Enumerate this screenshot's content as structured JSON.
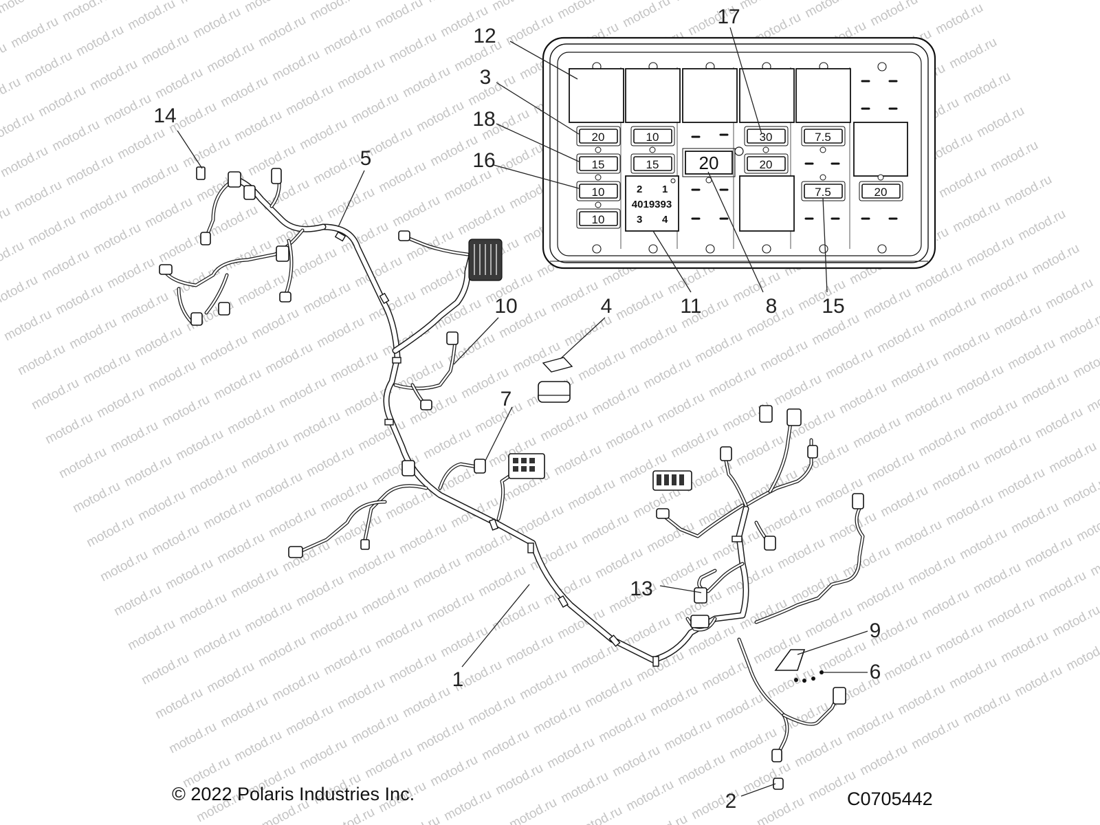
{
  "watermark": "motod.ru",
  "callouts": [
    "1",
    "2",
    "3",
    "4",
    "5",
    "6",
    "7",
    "8",
    "9",
    "10",
    "11",
    "12",
    "13",
    "14",
    "15",
    "16",
    "17",
    "18"
  ],
  "fuse_box": {
    "fuses": [
      "20",
      "15",
      "10",
      "10",
      "10",
      "15",
      "30",
      "20",
      "7.5",
      "7.5",
      "20"
    ],
    "relay_label": {
      "pin2": "2",
      "pin1": "1",
      "part_number": "4019393",
      "pin3": "3",
      "pin4": "4"
    },
    "large_fuse": "20"
  },
  "footer": {
    "copyright": "© 2022 Polaris Industries Inc.",
    "diagram_code": "C0705442"
  }
}
